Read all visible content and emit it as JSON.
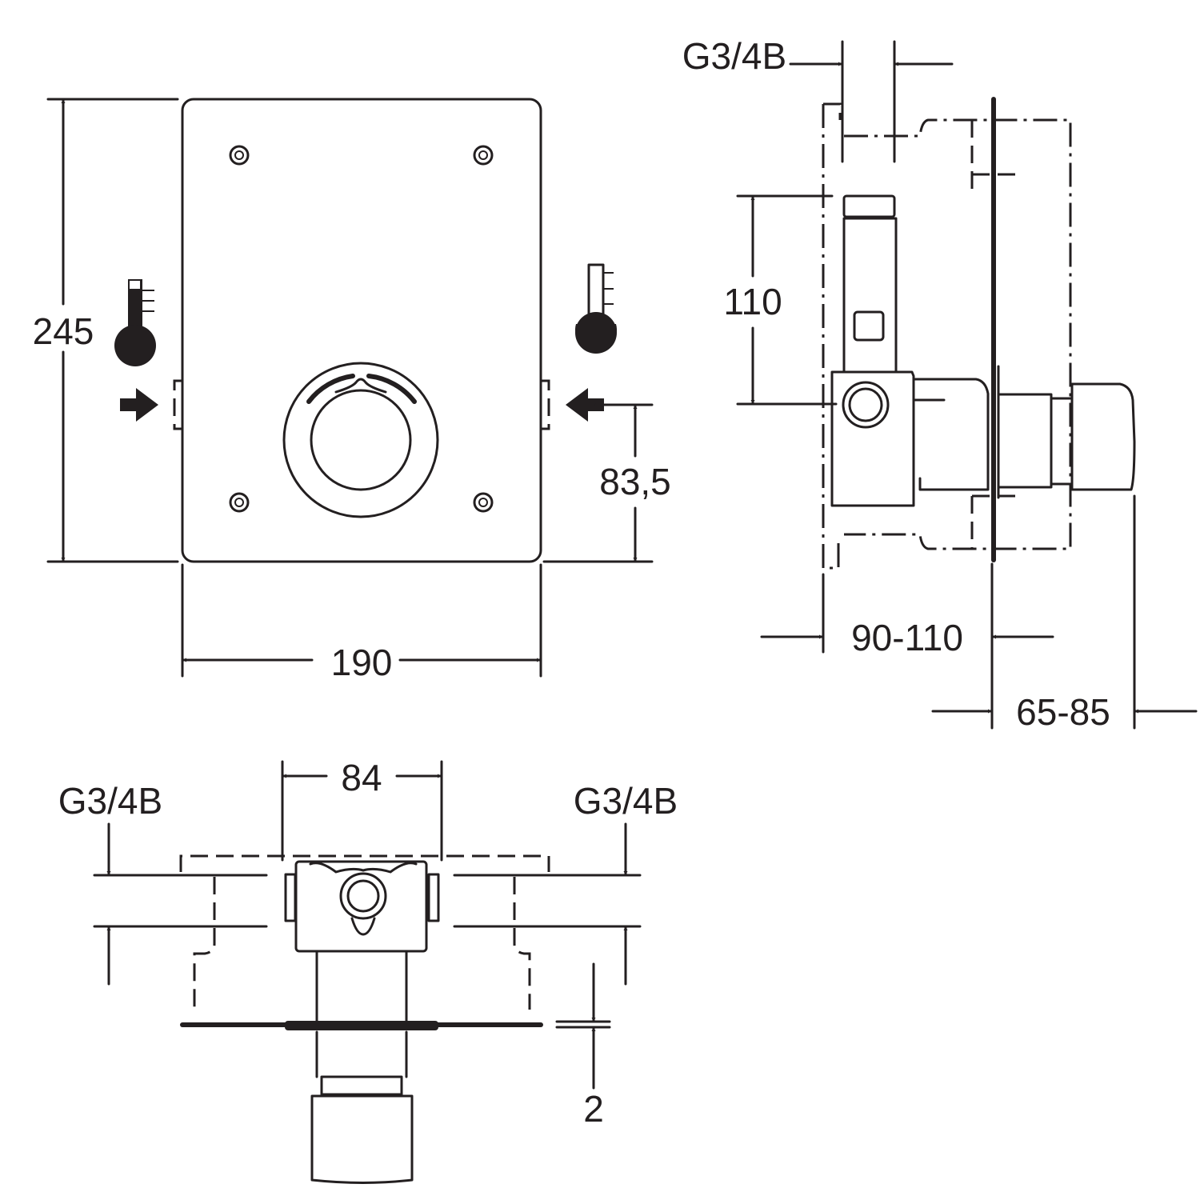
{
  "drawing": {
    "front_view": {
      "height_dim": "245",
      "width_dim": "190",
      "inlet_height_dim": "83,5",
      "hot_icon": "thermometer-hot-icon",
      "cold_icon": "thermometer-cold-icon"
    },
    "side_view": {
      "thread_label": "G3/4B",
      "height_dim": "110",
      "depth_range_dim": "90-110",
      "projection_range_dim": "65-85"
    },
    "top_view": {
      "spacing_dim": "84",
      "thread_left_label": "G3/4B",
      "thread_right_label": "G3/4B",
      "plate_thickness_dim": "2"
    },
    "line_color": "#231f20"
  }
}
